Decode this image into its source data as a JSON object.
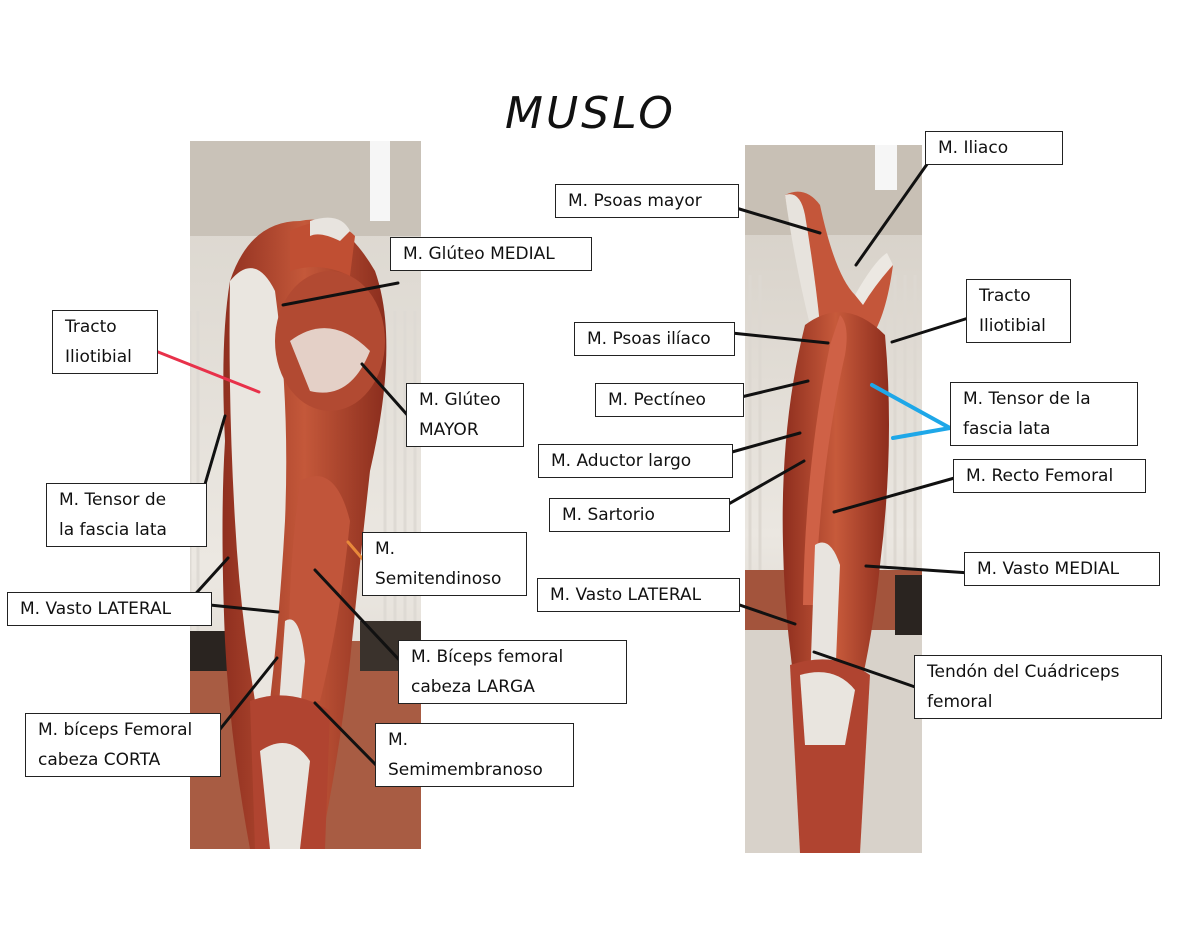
{
  "title": "MUSLO",
  "labels": {
    "tracto_left": [
      "Tracto",
      "Iliotibial"
    ],
    "gluteo_medial": [
      "M. Glúteo MEDIAL"
    ],
    "gluteo_mayor": [
      "M. Glúteo",
      "MAYOR"
    ],
    "tensor_left": [
      "M. Tensor de",
      "la fascia lata"
    ],
    "semitendinoso": [
      "M.",
      "Semitendinoso"
    ],
    "vasto_lateral_left": [
      "M. Vasto LATERAL"
    ],
    "biceps_larga": [
      "M. Bíceps femoral",
      "cabeza LARGA"
    ],
    "biceps_corta": [
      "M. bíceps Femoral",
      "cabeza CORTA"
    ],
    "semimembranoso": [
      "M.",
      "Semimembranoso"
    ],
    "iliaco": [
      "M. Iliaco"
    ],
    "psoas_mayor": [
      "M. Psoas mayor"
    ],
    "tracto_right": [
      "Tracto",
      "Iliotibial"
    ],
    "psoas_iliaco": [
      "M. Psoas ilíaco"
    ],
    "pectineo": [
      "M. Pectíneo"
    ],
    "tensor_right": [
      "M. Tensor de la",
      "fascia lata"
    ],
    "aductor_largo": [
      "M. Aductor largo"
    ],
    "recto_femoral": [
      "M. Recto Femoral"
    ],
    "sartorio": [
      "M. Sartorio"
    ],
    "vasto_medial": [
      "M. Vasto MEDIAL"
    ],
    "vasto_lateral_right": [
      "M. Vasto LATERAL"
    ],
    "tendon_cuadriceps": [
      "Tendón del Cuádriceps",
      "femoral"
    ]
  },
  "colors": {
    "leader": "#111111",
    "leader_red": "#e8314a",
    "leader_orange": "#e8893a",
    "leader_blue": "#1ea7e8",
    "muscle": "#b8472f",
    "tendon": "#e8e4df",
    "table": "#b45a3f"
  }
}
